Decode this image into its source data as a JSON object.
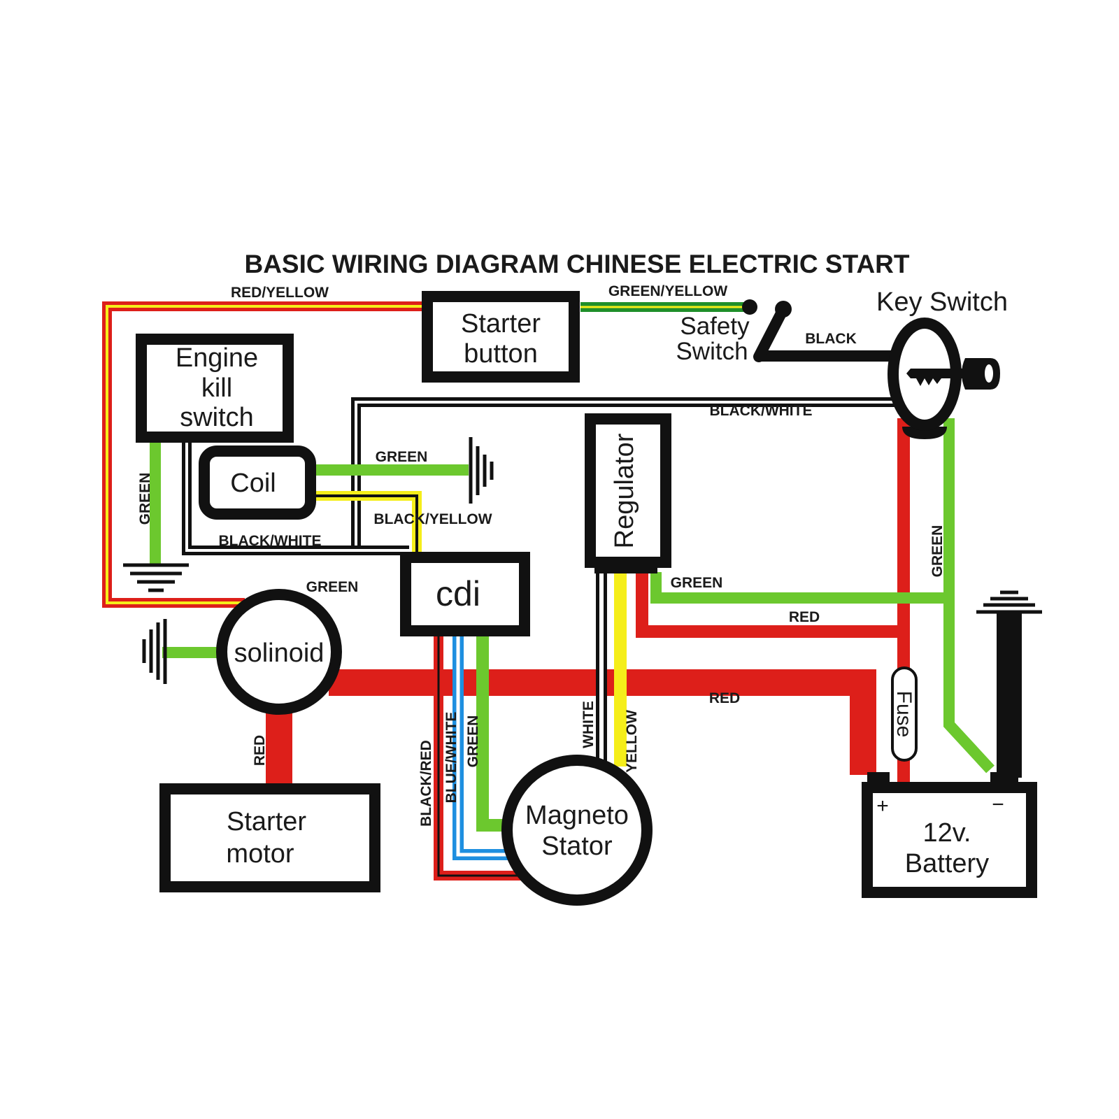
{
  "title": "BASIC WIRING DIAGRAM CHINESE ELECTRIC START",
  "colors": {
    "red": "#dd1f1a",
    "yellow": "#f5ee1a",
    "green": "#6cc82e",
    "dark_green": "#1f8f2a",
    "blue": "#1e8fe0",
    "black": "#111111",
    "white": "#ffffff"
  },
  "components": {
    "starter_button": [
      "Starter",
      "button"
    ],
    "engine_kill_switch": [
      "Engine",
      "kill",
      "switch"
    ],
    "coil": "Coil",
    "cdi": "cdi",
    "regulator": "Regulator",
    "solenoid": "solinoid",
    "starter_motor": [
      "Starter",
      "motor"
    ],
    "magneto_stator": [
      "Magneto",
      "Stator"
    ],
    "safety_switch": [
      "Safety",
      "Switch"
    ],
    "key_switch": "Key Switch",
    "fuse": "Fuse",
    "battery": [
      "12v.",
      "Battery"
    ],
    "battery_plus": "+",
    "battery_minus": "−"
  },
  "wire_labels": {
    "red_yellow": "RED/YELLOW",
    "green_yellow": "GREEN/YELLOW",
    "black_key": "BLACK",
    "black_white_top": "BLACK/WHITE",
    "green_kill": "GREEN",
    "green_coil": "GREEN",
    "black_yellow": "BLACK/YELLOW",
    "black_white_left": "BLACK/WHITE",
    "green_solenoid": "GREEN",
    "green_regulator": "GREEN",
    "red_regulator": "RED",
    "green_key": "GREEN",
    "red_main": "RED",
    "red_motor": "RED",
    "black_red": "BLACK/RED",
    "blue_white": "BLUE/WHITE",
    "green_stator": "GREEN",
    "white_stator": "WHITE",
    "yellow_stator": "YELLOW"
  }
}
